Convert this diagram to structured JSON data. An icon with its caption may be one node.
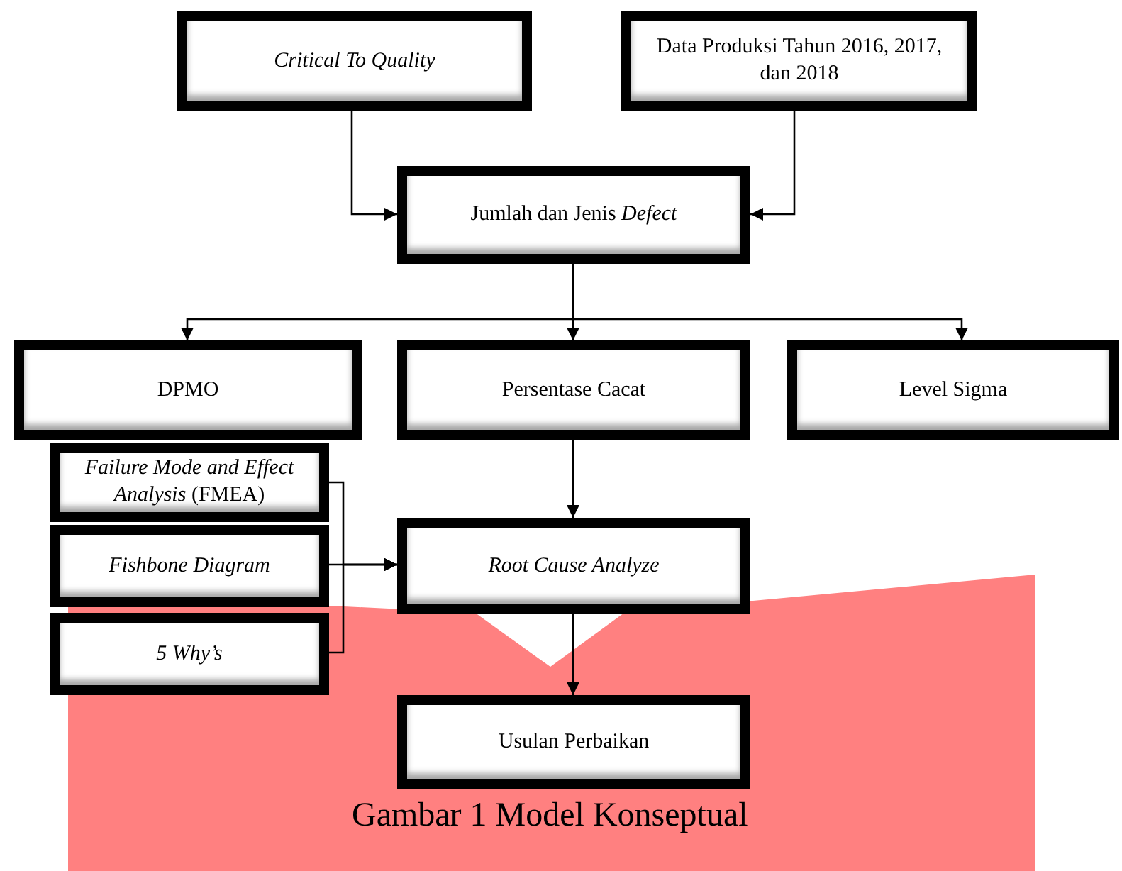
{
  "diagram": {
    "caption": "Gambar 1 Model Konseptual",
    "nodes": [
      {
        "text": [
          "Critical To Quality"
        ]
      },
      {
        "text": [
          "Data Produksi Tahun 2016, 2017, dan 2018"
        ]
      },
      {
        "text": [
          "Jumlah dan Jenis *Defect*"
        ]
      },
      {
        "text": [
          "DPMO"
        ]
      },
      {
        "text": [
          "Persentase Cacat"
        ]
      },
      {
        "text": [
          "Level Sigma"
        ]
      },
      {
        "text": [
          "*Failure Mode and Effect Analysis* (FMEA)"
        ]
      },
      {
        "text": [
          "Fishbone Diagram"
        ]
      },
      {
        "text": [
          "5 Why’s"
        ]
      },
      {
        "text": [
          "Root Cause Analyze"
        ]
      },
      {
        "text": [
          "Usulan Perbaikan"
        ]
      }
    ],
    "edges": [
      {
        "from": 0,
        "to": 2,
        "arrow": "to"
      },
      {
        "from": 1,
        "to": 2,
        "arrow": "to"
      },
      {
        "from": 2,
        "to": 3,
        "arrow": "to"
      },
      {
        "from": 2,
        "to": 4,
        "arrow": "to"
      },
      {
        "from": 2,
        "to": 5,
        "arrow": "to"
      },
      {
        "from": 4,
        "to": 9,
        "arrow": "to"
      },
      {
        "from": 6,
        "to": 9,
        "arrow": "to"
      },
      {
        "from": 7,
        "to": 9,
        "arrow": "to"
      },
      {
        "from": 8,
        "to": 9,
        "arrow": "to"
      },
      {
        "from": 9,
        "to": 10,
        "arrow": "to"
      }
    ]
  }
}
